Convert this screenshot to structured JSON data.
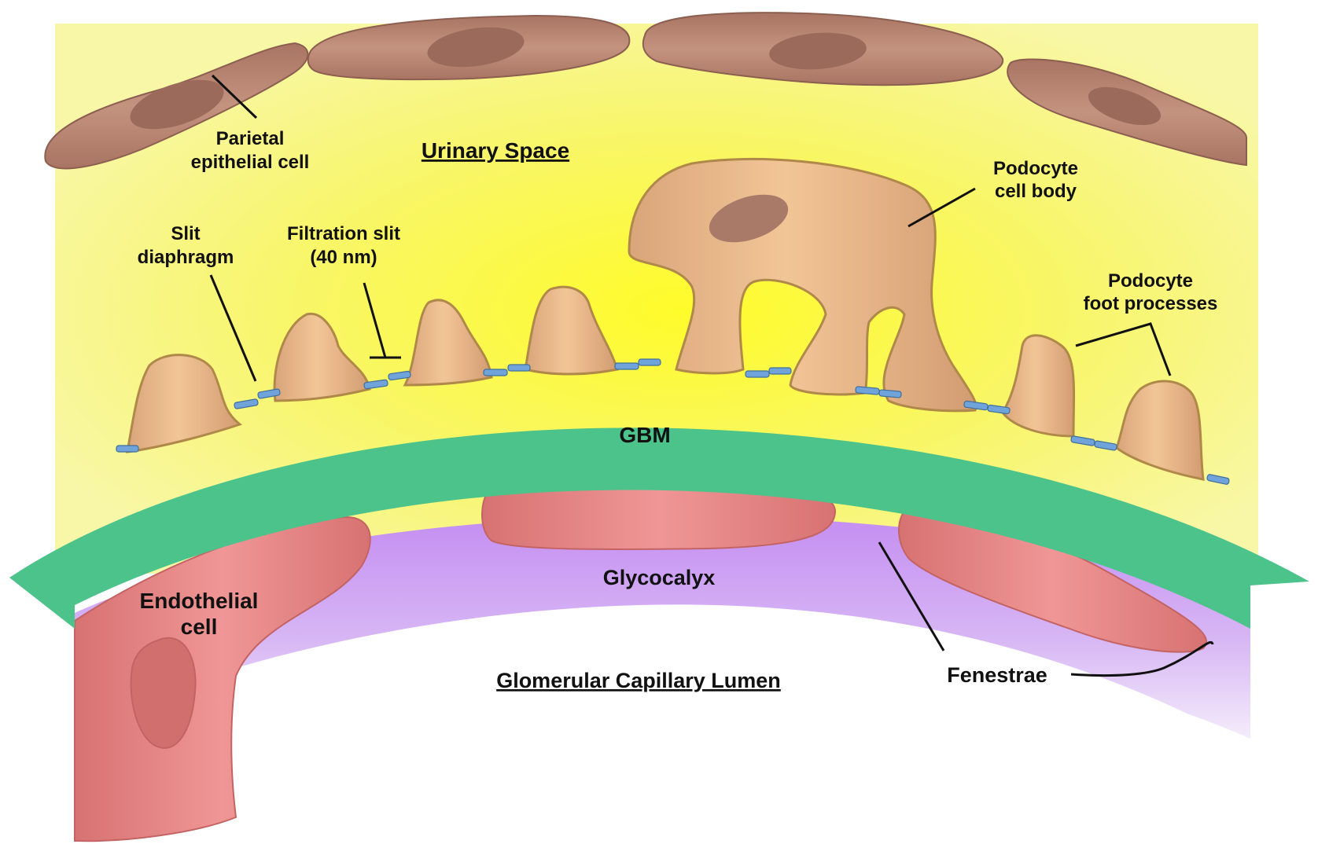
{
  "labels": {
    "parietal_line1": "Parietal",
    "parietal_line2": "epithelial cell",
    "urinary_space": "Urinary Space",
    "slit_diaphragm_line1": "Slit",
    "slit_diaphragm_line2": "diaphragm",
    "filtration_slit_line1": "Filtration slit",
    "filtration_slit_line2": "(40 nm)",
    "podocyte_body_line1": "Podocyte",
    "podocyte_body_line2": "cell body",
    "foot_processes_line1": "Podocyte",
    "foot_processes_line2": "foot processes",
    "gbm": "GBM",
    "glycocalyx": "Glycocalyx",
    "endothelial_line1": "Endothelial",
    "endothelial_line2": "cell",
    "lumen": "Glomerular Capillary Lumen",
    "fenestrae": "Fenestrae"
  },
  "colors": {
    "urinary_space": "#f7f56a",
    "urinary_space_center": "#fffb3a",
    "parietal_cell": "#b8836f",
    "parietal_nucleus": "#9a6a5a",
    "podocyte": "#e8b888",
    "podocyte_outline": "#b08a3e",
    "podocyte_nucleus": "#a87a6a",
    "slit_diaphragm": "#6aa0d8",
    "gbm": "#4dc48c",
    "glycocalyx": "#c89af0",
    "endothelial": "#e88888",
    "endothelial_nucleus": "#d07070",
    "lumen": "#ffffff"
  }
}
